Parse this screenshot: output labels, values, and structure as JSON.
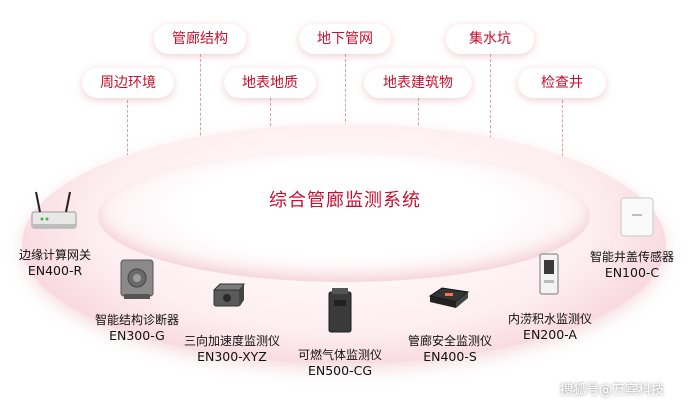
{
  "top_categories": [
    {
      "id": "corridor-structure",
      "label": "管廊结构"
    },
    {
      "id": "underground-pipe-network",
      "label": "地下管网"
    },
    {
      "id": "sump-pit",
      "label": "集水坑"
    },
    {
      "id": "surroundings",
      "label": "周边环境"
    },
    {
      "id": "surface-geology",
      "label": "地表地质"
    },
    {
      "id": "surface-buildings",
      "label": "地表建筑物"
    },
    {
      "id": "inspection-well",
      "label": "检查井"
    }
  ],
  "center_title": "综合管廊监测系统",
  "devices": [
    {
      "id": "edge-gateway",
      "name": "边缘计算网关",
      "model": "EN400-R"
    },
    {
      "id": "structure-diagnostic",
      "name": "智能结构诊断器",
      "model": "EN300-G"
    },
    {
      "id": "accelerometer",
      "name": "三向加速度监测仪",
      "model": "EN300-XYZ"
    },
    {
      "id": "gas-monitor",
      "name": "可燃气体监测仪",
      "model": "EN500-CG"
    },
    {
      "id": "corridor-safety",
      "name": "管廊安全监测仪",
      "model": "EN400-S"
    },
    {
      "id": "waterlogging",
      "name": "内涝积水监测仪",
      "model": "EN200-A"
    },
    {
      "id": "manhole-sensor",
      "name": "智能井盖传感器",
      "model": "EN100-C"
    }
  ],
  "watermark": "搜狐号@万宾科技",
  "colors": {
    "accent": "#c8102e",
    "ring": "#f2b9c6",
    "dash": "#e39aa8"
  }
}
